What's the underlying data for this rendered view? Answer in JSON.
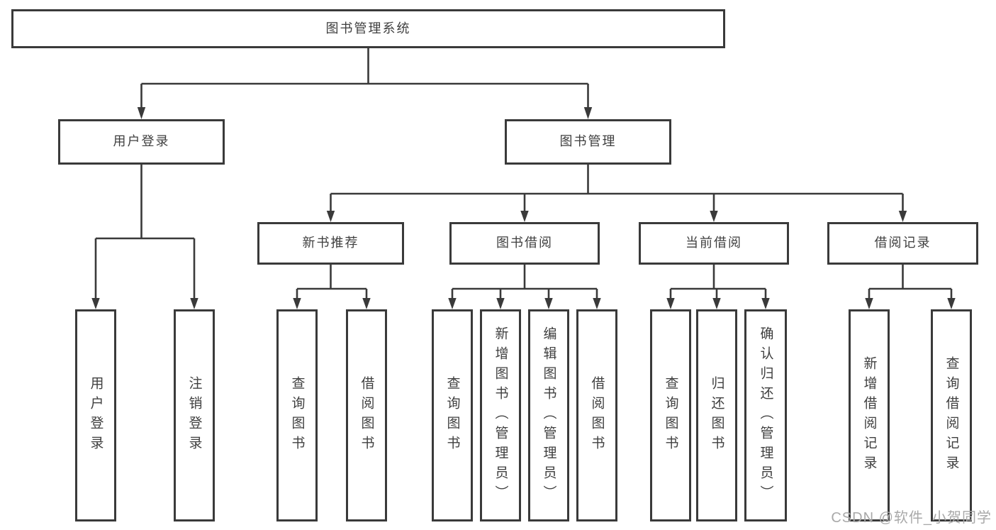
{
  "nodes": {
    "root": {
      "label": "图书管理系统"
    },
    "level2": [
      {
        "label": "用户登录"
      },
      {
        "label": "图书管理"
      }
    ],
    "level3": [
      {
        "label": "新书推荐"
      },
      {
        "label": "图书借阅"
      },
      {
        "label": "当前借阅"
      },
      {
        "label": "借阅记录"
      }
    ],
    "leaves": [
      {
        "label": "用户登录"
      },
      {
        "label": "注销登录"
      },
      {
        "label": "查询图书"
      },
      {
        "label": "借阅图书"
      },
      {
        "label": "查询图书"
      },
      {
        "label": "新增图书（管理员）"
      },
      {
        "label": "编辑图书（管理员）"
      },
      {
        "label": "借阅图书"
      },
      {
        "label": "查询图书"
      },
      {
        "label": "归还图书"
      },
      {
        "label": "确认归还（管理员）"
      },
      {
        "label": "新增借阅记录"
      },
      {
        "label": "查询借阅记录"
      }
    ]
  },
  "watermark": "CSDN @软件_小贺同学",
  "colors": {
    "line": "#3a3a3a",
    "box_border": "#3a3a3a",
    "text": "#3f3f3f",
    "watermark": "#a9a9a9",
    "background": "#ffffff"
  }
}
